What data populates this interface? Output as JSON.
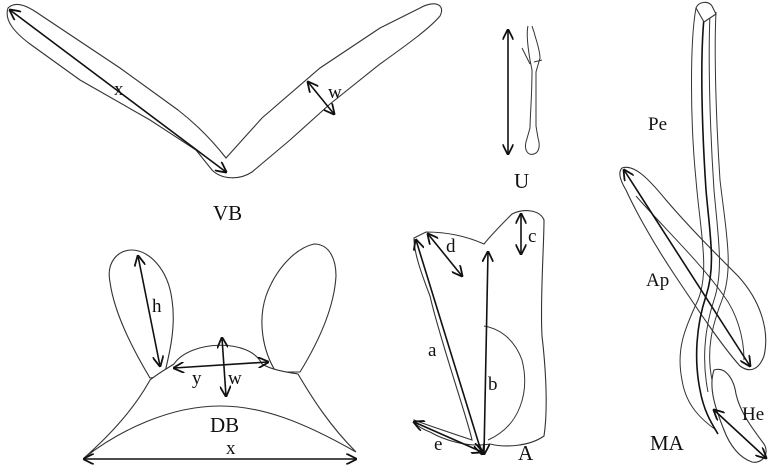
{
  "panels": {
    "vb": {
      "name": "VB",
      "measures": {
        "x": "x",
        "w": "w"
      }
    },
    "u": {
      "name": "U"
    },
    "db": {
      "name": "DB",
      "measures": {
        "h": "h",
        "y": "y",
        "w": "w",
        "x": "x"
      }
    },
    "a": {
      "name": "A",
      "measures": {
        "a": "a",
        "b": "b",
        "c": "c",
        "d": "d",
        "e": "e"
      }
    },
    "ma": {
      "name": "MA",
      "parts": {
        "pe": "Pe",
        "ap": "Ap",
        "he": "He"
      }
    }
  },
  "colors": {
    "line": "#333333",
    "text": "#111111",
    "background": "#ffffff"
  }
}
